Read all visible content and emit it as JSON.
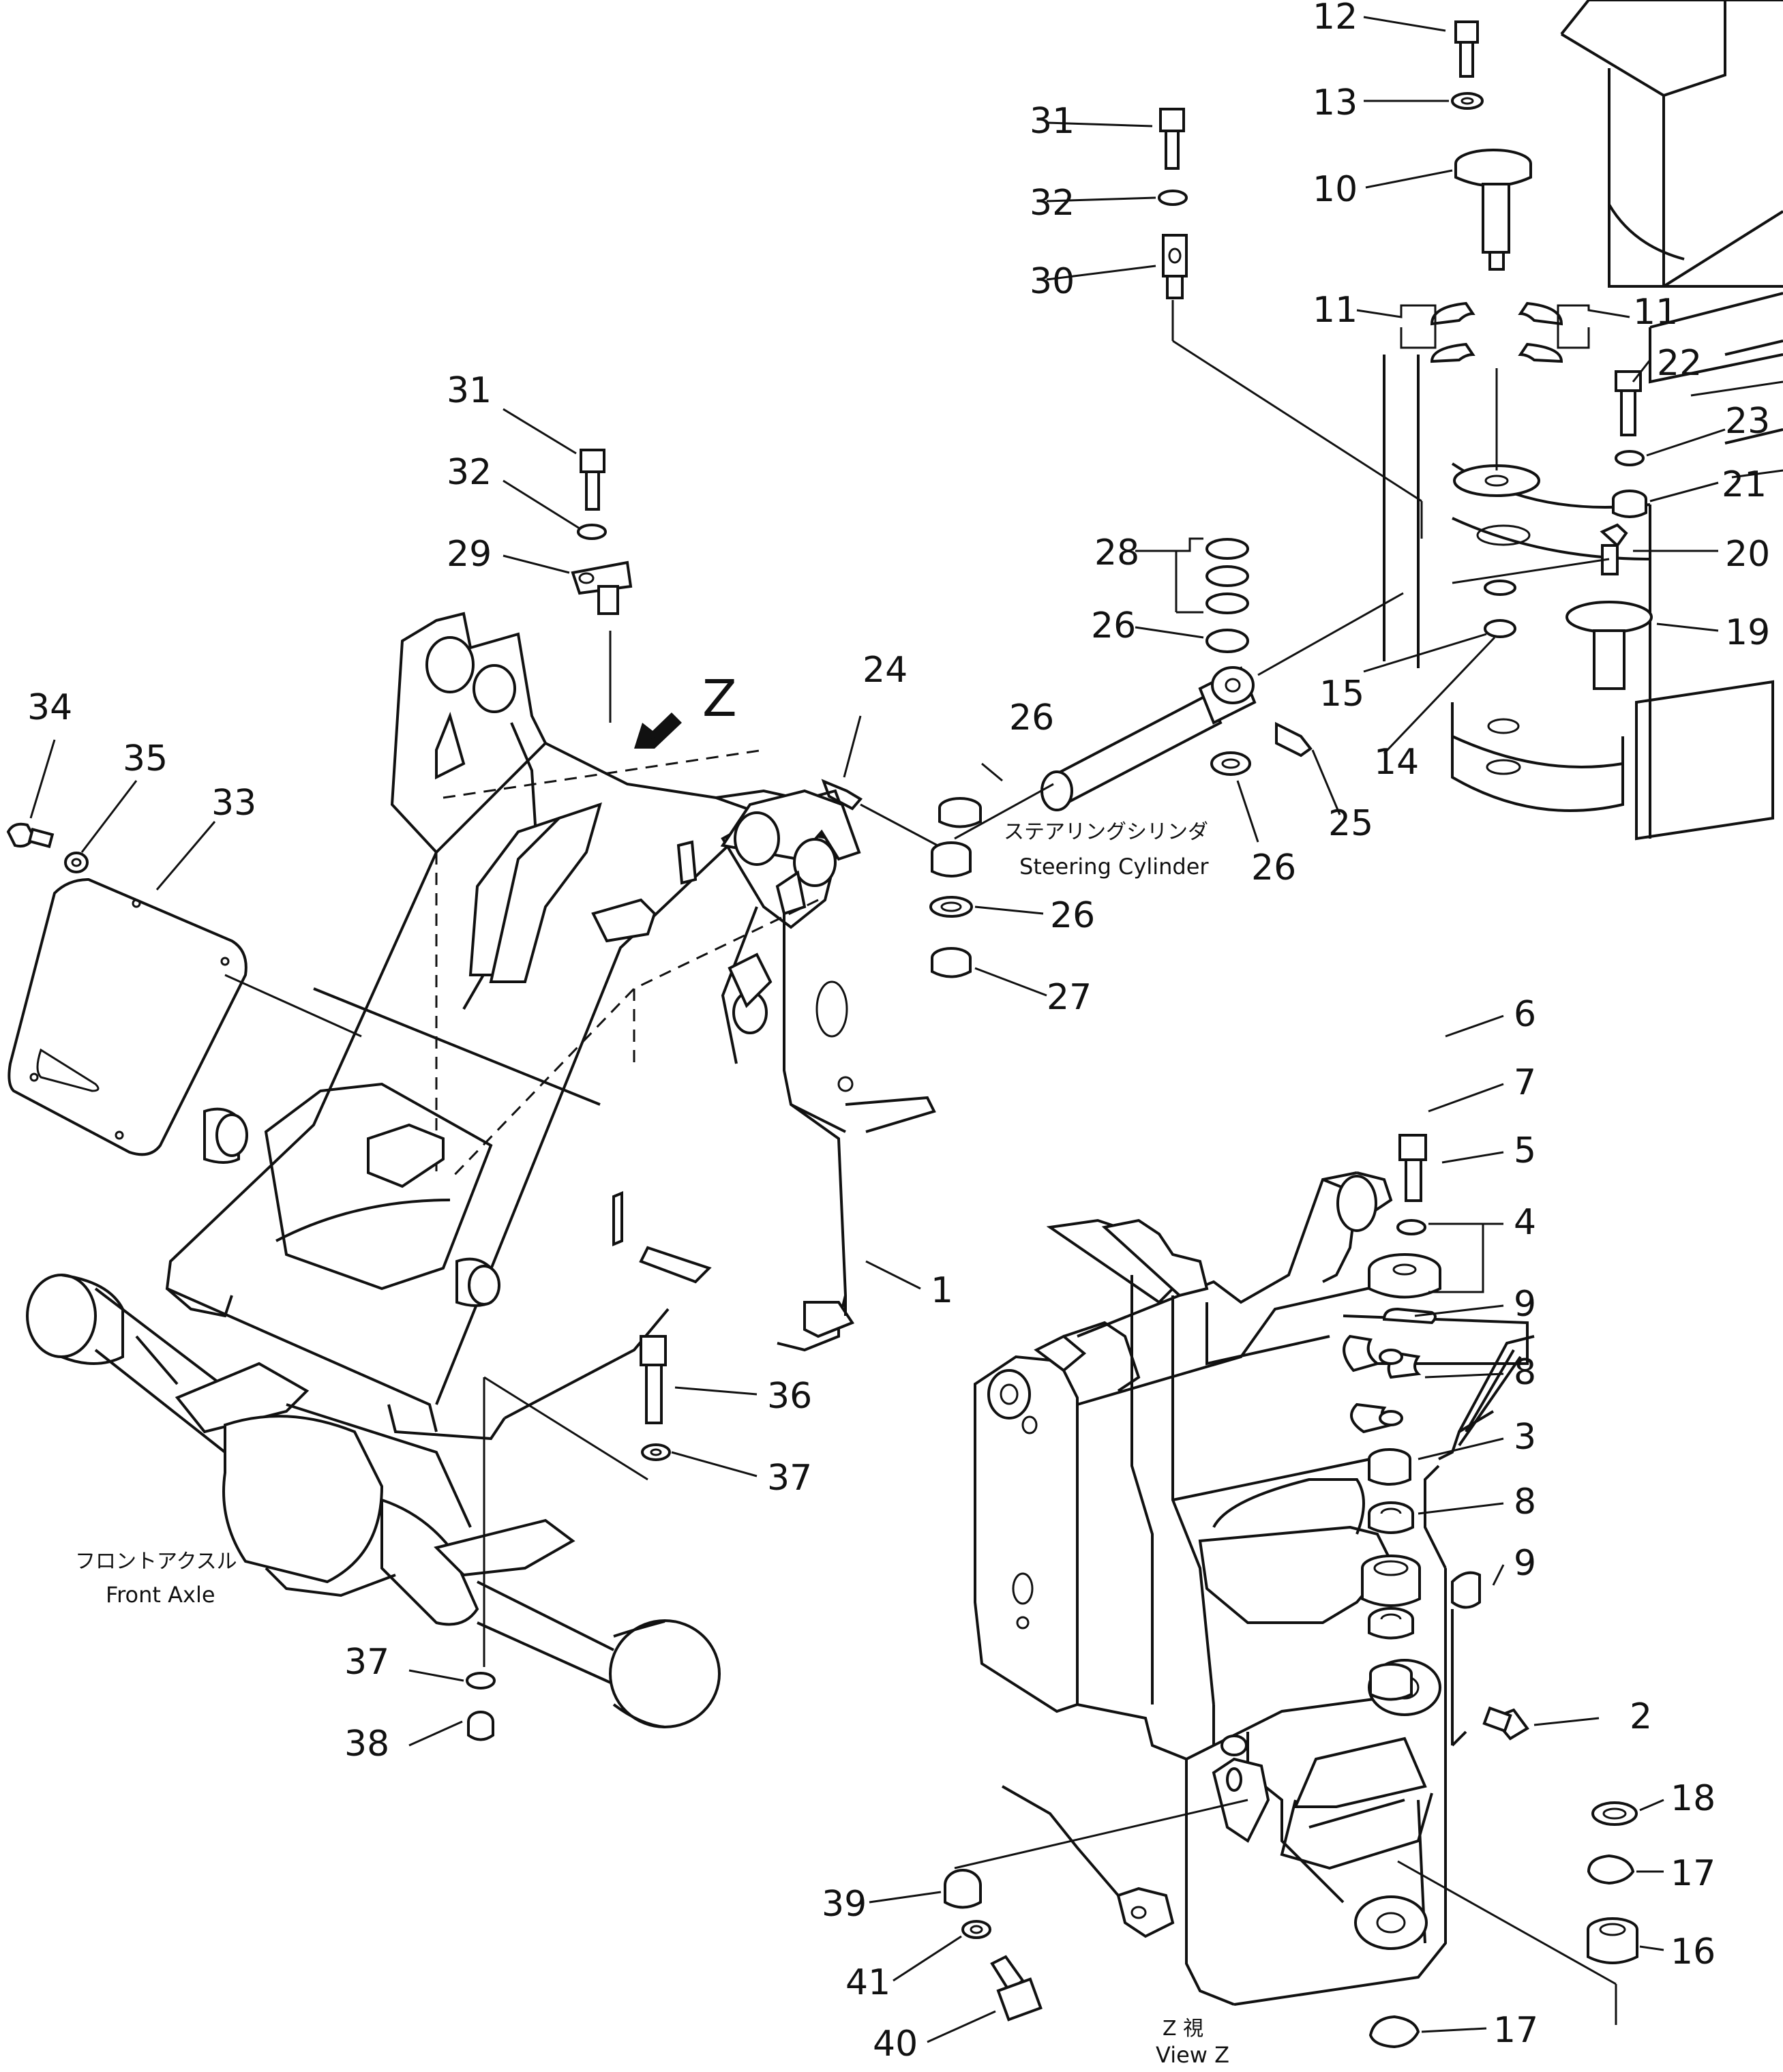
{
  "labels": {
    "steering_cylinder_jp": "ステアリングシリンダ",
    "steering_cylinder_en": "Steering Cylinder",
    "front_axle_jp": "フロントアクスル",
    "front_axle_en": "Front Axle",
    "view_z_jp": "Z 視",
    "view_z_en": "View Z",
    "view_arrow": "Z"
  },
  "callouts": {
    "p1": "1",
    "p2": "2",
    "p3": "3",
    "p4": "4",
    "p5": "5",
    "p6": "6",
    "p7": "7",
    "p8a": "8",
    "p8b": "8",
    "p9a": "9",
    "p9b": "9",
    "p10": "10",
    "p11a": "11",
    "p11b": "11",
    "p12": "12",
    "p13": "13",
    "p14": "14",
    "p15": "15",
    "p16": "16",
    "p17a": "17",
    "p17b": "17",
    "p18": "18",
    "p19": "19",
    "p20": "20",
    "p21": "21",
    "p22": "22",
    "p23": "23",
    "p24": "24",
    "p25": "25",
    "p26a": "26",
    "p26b": "26",
    "p26c": "26",
    "p26d": "26",
    "p27": "27",
    "p28": "28",
    "p29": "29",
    "p30": "30",
    "p31a": "31",
    "p31b": "31",
    "p32a": "32",
    "p32b": "32",
    "p33": "33",
    "p34": "34",
    "p35": "35",
    "p36": "36",
    "p37a": "37",
    "p37b": "37",
    "p38": "38",
    "p39": "39",
    "p40": "40",
    "p41": "41"
  }
}
